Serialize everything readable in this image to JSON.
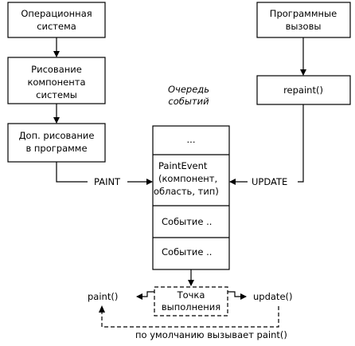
{
  "boxes": {
    "os": [
      "Операционная",
      "система"
    ],
    "draw_component": [
      "Рисование",
      "компонента",
      "системы"
    ],
    "extra_draw": [
      "Доп. рисование",
      "в программе"
    ],
    "program_calls": [
      "Программные",
      "вызовы"
    ],
    "repaint": "repaint()"
  },
  "queue": {
    "title": [
      "Очередь",
      "событий"
    ],
    "ellipsis": "...",
    "paint_event": [
      "PaintEvent",
      "(компонент,",
      "область, тип)"
    ],
    "event1": "Событие ..",
    "event2": "Событие .."
  },
  "labels": {
    "paint": "PAINT",
    "update": "UPDATE",
    "paint_fn": "paint()",
    "update_fn": "update()",
    "exec_point": [
      "Точка",
      "выполнения"
    ],
    "default_calls": "по умолчанию вызывает paint()"
  }
}
